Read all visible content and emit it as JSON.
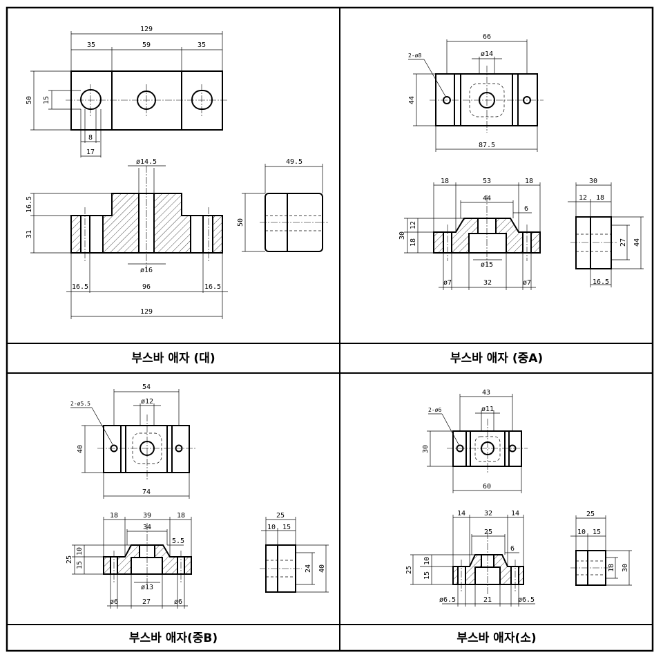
{
  "captions": {
    "large": "부스바 애자 (대)",
    "mediumA": "부스바 애자 (중A)",
    "mediumB": "부스바 애자(중B)",
    "small": "부스바 애자(소)"
  },
  "large": {
    "d129": "129",
    "d35a": "35",
    "d59": "59",
    "d35b": "35",
    "d50": "50",
    "d15": "15",
    "d8": "8",
    "d17": "17",
    "phi14_5": "ø14.5",
    "d16_5v": "16.5",
    "d31": "31",
    "phi16": "ø16",
    "d16_5a": "16.5",
    "d96": "96",
    "d16_5b": "16.5",
    "d129b": "129",
    "d49_5": "49.5",
    "d50b": "50"
  },
  "mediumA": {
    "hole_note": "2-ø8",
    "d66": "66",
    "phi14": "ø14",
    "d44": "44",
    "d87_5": "87.5",
    "d18a": "18",
    "d53": "53",
    "d18b": "18",
    "d44b": "44",
    "d6": "6",
    "d30": "30",
    "d12": "12",
    "d18v": "18",
    "phi15": "ø15",
    "phi7a": "ø7",
    "d32": "32",
    "phi7b": "ø7",
    "d30s": "30",
    "d12s": "12",
    "d18s": "18",
    "d27": "27",
    "d44s": "44",
    "d16_5": "16.5"
  },
  "mediumB": {
    "hole_note": "2-ø5.5",
    "d54": "54",
    "phi12": "ø12",
    "d40": "40",
    "d74": "74",
    "d18a": "18",
    "d39": "39",
    "d18b": "18",
    "d34": "34",
    "d5_5": "5.5",
    "d25": "25",
    "d10": "10",
    "d15": "15",
    "phi13": "ø13",
    "phi6a": "ø6",
    "d27": "27",
    "phi6b": "ø6",
    "d25s": "25",
    "d10s": "10",
    "d15s": "15",
    "d24": "24",
    "d40s": "40"
  },
  "small": {
    "hole_note": "2-ø6",
    "d43": "43",
    "phi11": "ø11",
    "d30": "30",
    "d60": "60",
    "d14a": "14",
    "d32": "32",
    "d14b": "14",
    "d25": "25",
    "d6": "6",
    "d25v": "25",
    "d15": "15",
    "d10": "10",
    "phi6_5a": "ø6.5",
    "d21": "21",
    "phi6_5b": "ø6.5",
    "d25s": "25",
    "d10s": "10",
    "d15s": "15",
    "d18": "18",
    "d30s": "30"
  }
}
